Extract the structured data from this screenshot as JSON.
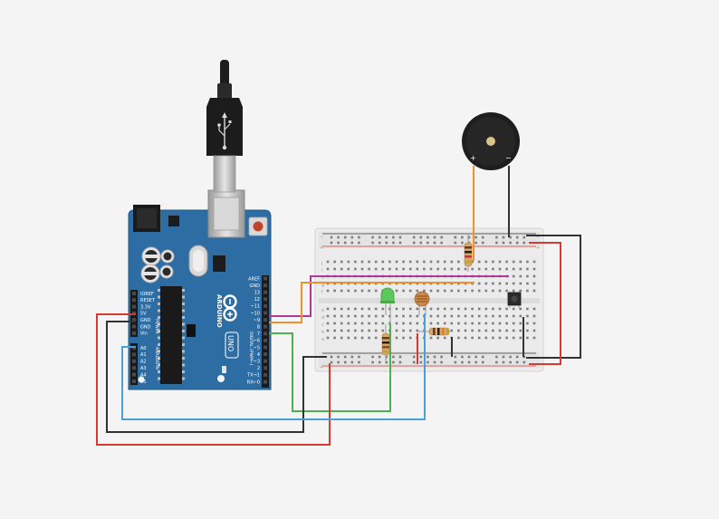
{
  "board": {
    "brand": "ARDUINO",
    "model": "UNO",
    "digital_header": "DIGITAL (PWM~)",
    "power_header": "POWER",
    "analog_header": "ANALOG IN",
    "digital_pins": [
      "AREF",
      "GND",
      "13",
      "12",
      "~11",
      "~10",
      "~9",
      "8",
      "7",
      "~6",
      "~5",
      "4",
      "~3",
      "2",
      "TX→1",
      "RX←0"
    ],
    "power_pins": [
      "IOREF",
      "RESET",
      "3.3V",
      "5V",
      "GND",
      "GND",
      "Vin"
    ],
    "analog_pins": [
      "A0",
      "A1",
      "A2",
      "A3",
      "A4",
      "A5"
    ]
  },
  "buzzer": {
    "plus": "+",
    "minus": "−"
  },
  "breadboard": {
    "rail_plus": "+",
    "rail_minus": "−",
    "rows_top": [
      "j",
      "i",
      "h",
      "g",
      "f"
    ],
    "rows_bottom": [
      "e",
      "d",
      "c",
      "b",
      "a"
    ]
  },
  "wire_colors": {
    "red": "#d63b32",
    "black": "#333333",
    "blue": "#4a9fd8",
    "green": "#4caf50",
    "orange": "#f0902a",
    "magenta": "#b0389a",
    "board_blue": "#2e6da4"
  }
}
